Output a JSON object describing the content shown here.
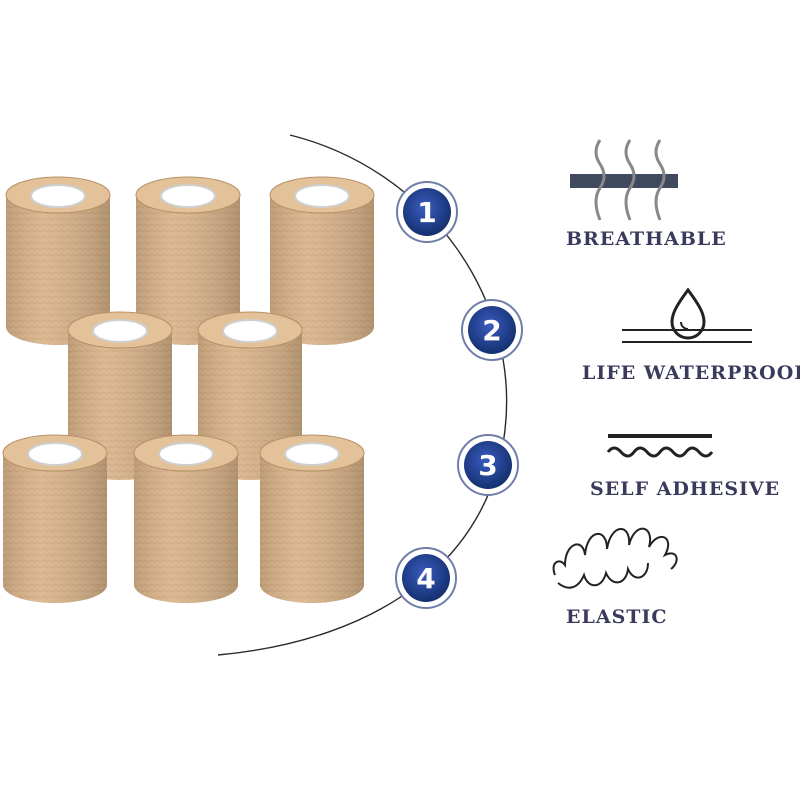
{
  "colors": {
    "tape": "#d9b48a",
    "tape_shadow": "#b89168",
    "tape_core": "#ffffff",
    "badge_blue": "#1f3f9a",
    "badge_ring": "#6f7ea8",
    "label": "#3a3a5c",
    "line": "#2b2b2b"
  },
  "badges": [
    {
      "number": "1"
    },
    {
      "number": "2"
    },
    {
      "number": "3"
    },
    {
      "number": "4"
    }
  ],
  "features": [
    {
      "label": "BREATHABLE",
      "icon": "breathable-icon"
    },
    {
      "label": "LIFE WATERPROOF",
      "icon": "water-drop-icon"
    },
    {
      "label": "SELF ADHESIVE",
      "icon": "wave-icon"
    },
    {
      "label": "ELASTIC",
      "icon": "spring-coil-icon"
    }
  ],
  "product": {
    "roll_count": 8,
    "image": "cohesive-bandage-rolls"
  }
}
